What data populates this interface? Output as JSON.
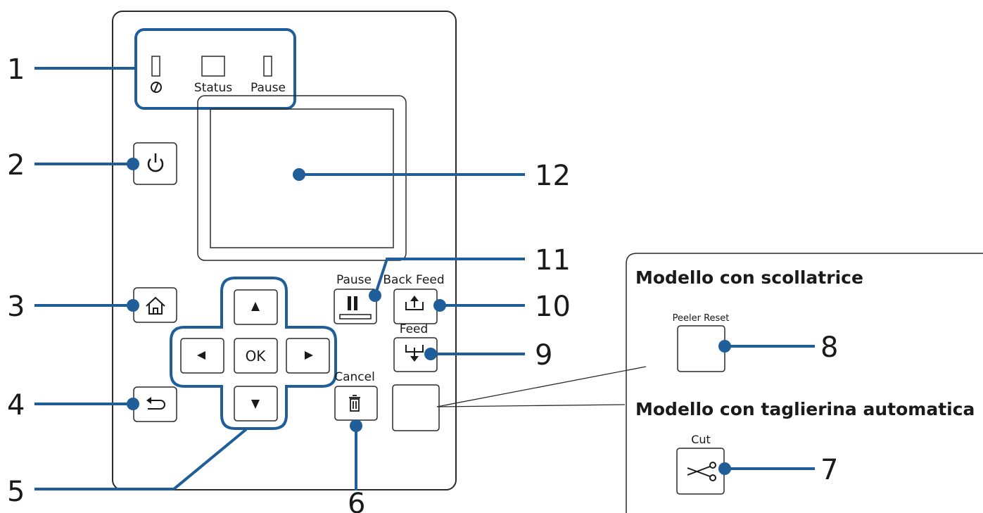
{
  "colors": {
    "accent": "#1f5e99",
    "outline": "#2a2a2a"
  },
  "indicators": {
    "power_icon": "power-led-icon",
    "status_label": "Status",
    "pause_label": "Pause"
  },
  "buttons": {
    "power_icon": "power-icon",
    "home_icon": "home-icon",
    "back_icon": "back-arrow-icon",
    "ok_label": "OK",
    "up_icon": "triangle-up-icon",
    "down_icon": "triangle-down-icon",
    "left_icon": "triangle-left-icon",
    "right_icon": "triangle-right-icon",
    "pause_label": "Pause",
    "back_feed_label": "Back Feed",
    "feed_label": "Feed",
    "cancel_label": "Cancel",
    "cancel_icon": "trash-icon"
  },
  "callouts": [
    "1",
    "2",
    "3",
    "4",
    "5",
    "6",
    "7",
    "8",
    "9",
    "10",
    "11",
    "12"
  ],
  "inset": {
    "peeler_title": "Modello con scollatrice",
    "peeler_reset_label": "Peeler Reset",
    "cutter_title": "Modello con taglierina automatica",
    "cut_label": "Cut",
    "cut_icon": "scissors-icon"
  }
}
